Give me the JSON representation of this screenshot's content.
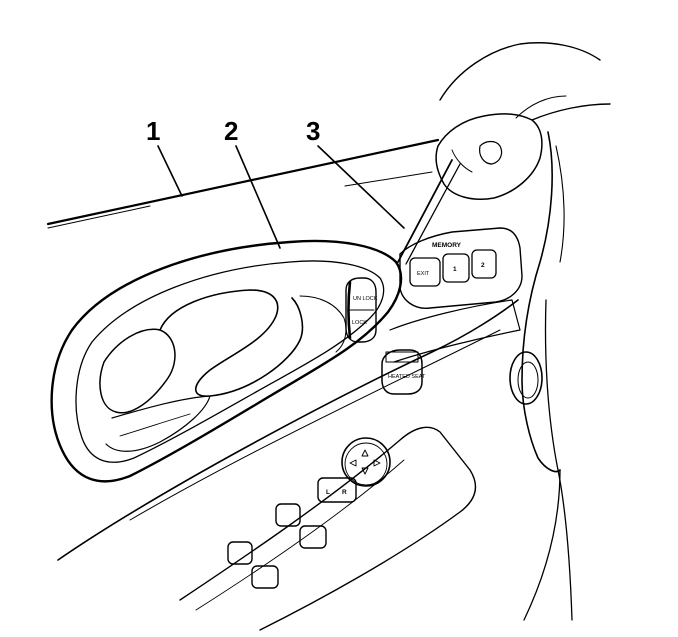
{
  "callouts": {
    "c1": "1",
    "c2": "2",
    "c3": "3"
  },
  "memory_panel": {
    "heading": "MEMORY",
    "exit_label": "EXIT",
    "button1_label": "1",
    "button2_label": "2"
  },
  "lock_switch": {
    "top_label": "UN LOCK",
    "bottom_label": "LOCK"
  },
  "heated_seat_label": "HEATED SEAT",
  "mirror_switch": {
    "left_label": "L",
    "right_label": "R"
  },
  "colors": {
    "line": "#000000",
    "background": "#ffffff"
  }
}
